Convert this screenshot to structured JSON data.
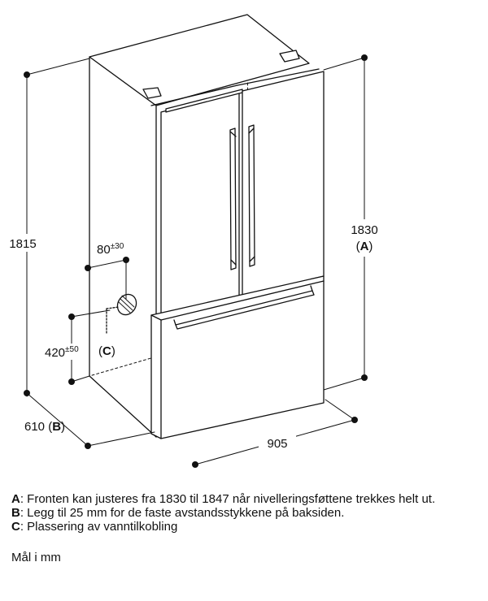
{
  "dimensions": {
    "height_total": "1815",
    "height_front": "1830",
    "height_front_note": "A",
    "width": "905",
    "depth": "610",
    "depth_note": "B",
    "water_offset": "80",
    "water_offset_tol": "±30",
    "water_height": "420",
    "water_height_tol": "±50",
    "water_note": "C"
  },
  "legend": [
    {
      "key": "A",
      "text": ": Fronten kan justeres fra 1830 til 1847 når nivelleringsføttene trekkes helt ut."
    },
    {
      "key": "B",
      "text": ": Legg til 25 mm for de faste avstandsstykkene på baksiden."
    },
    {
      "key": "C",
      "text": ": Plassering av vanntilkobling"
    }
  ],
  "units_note": "Mål i mm"
}
